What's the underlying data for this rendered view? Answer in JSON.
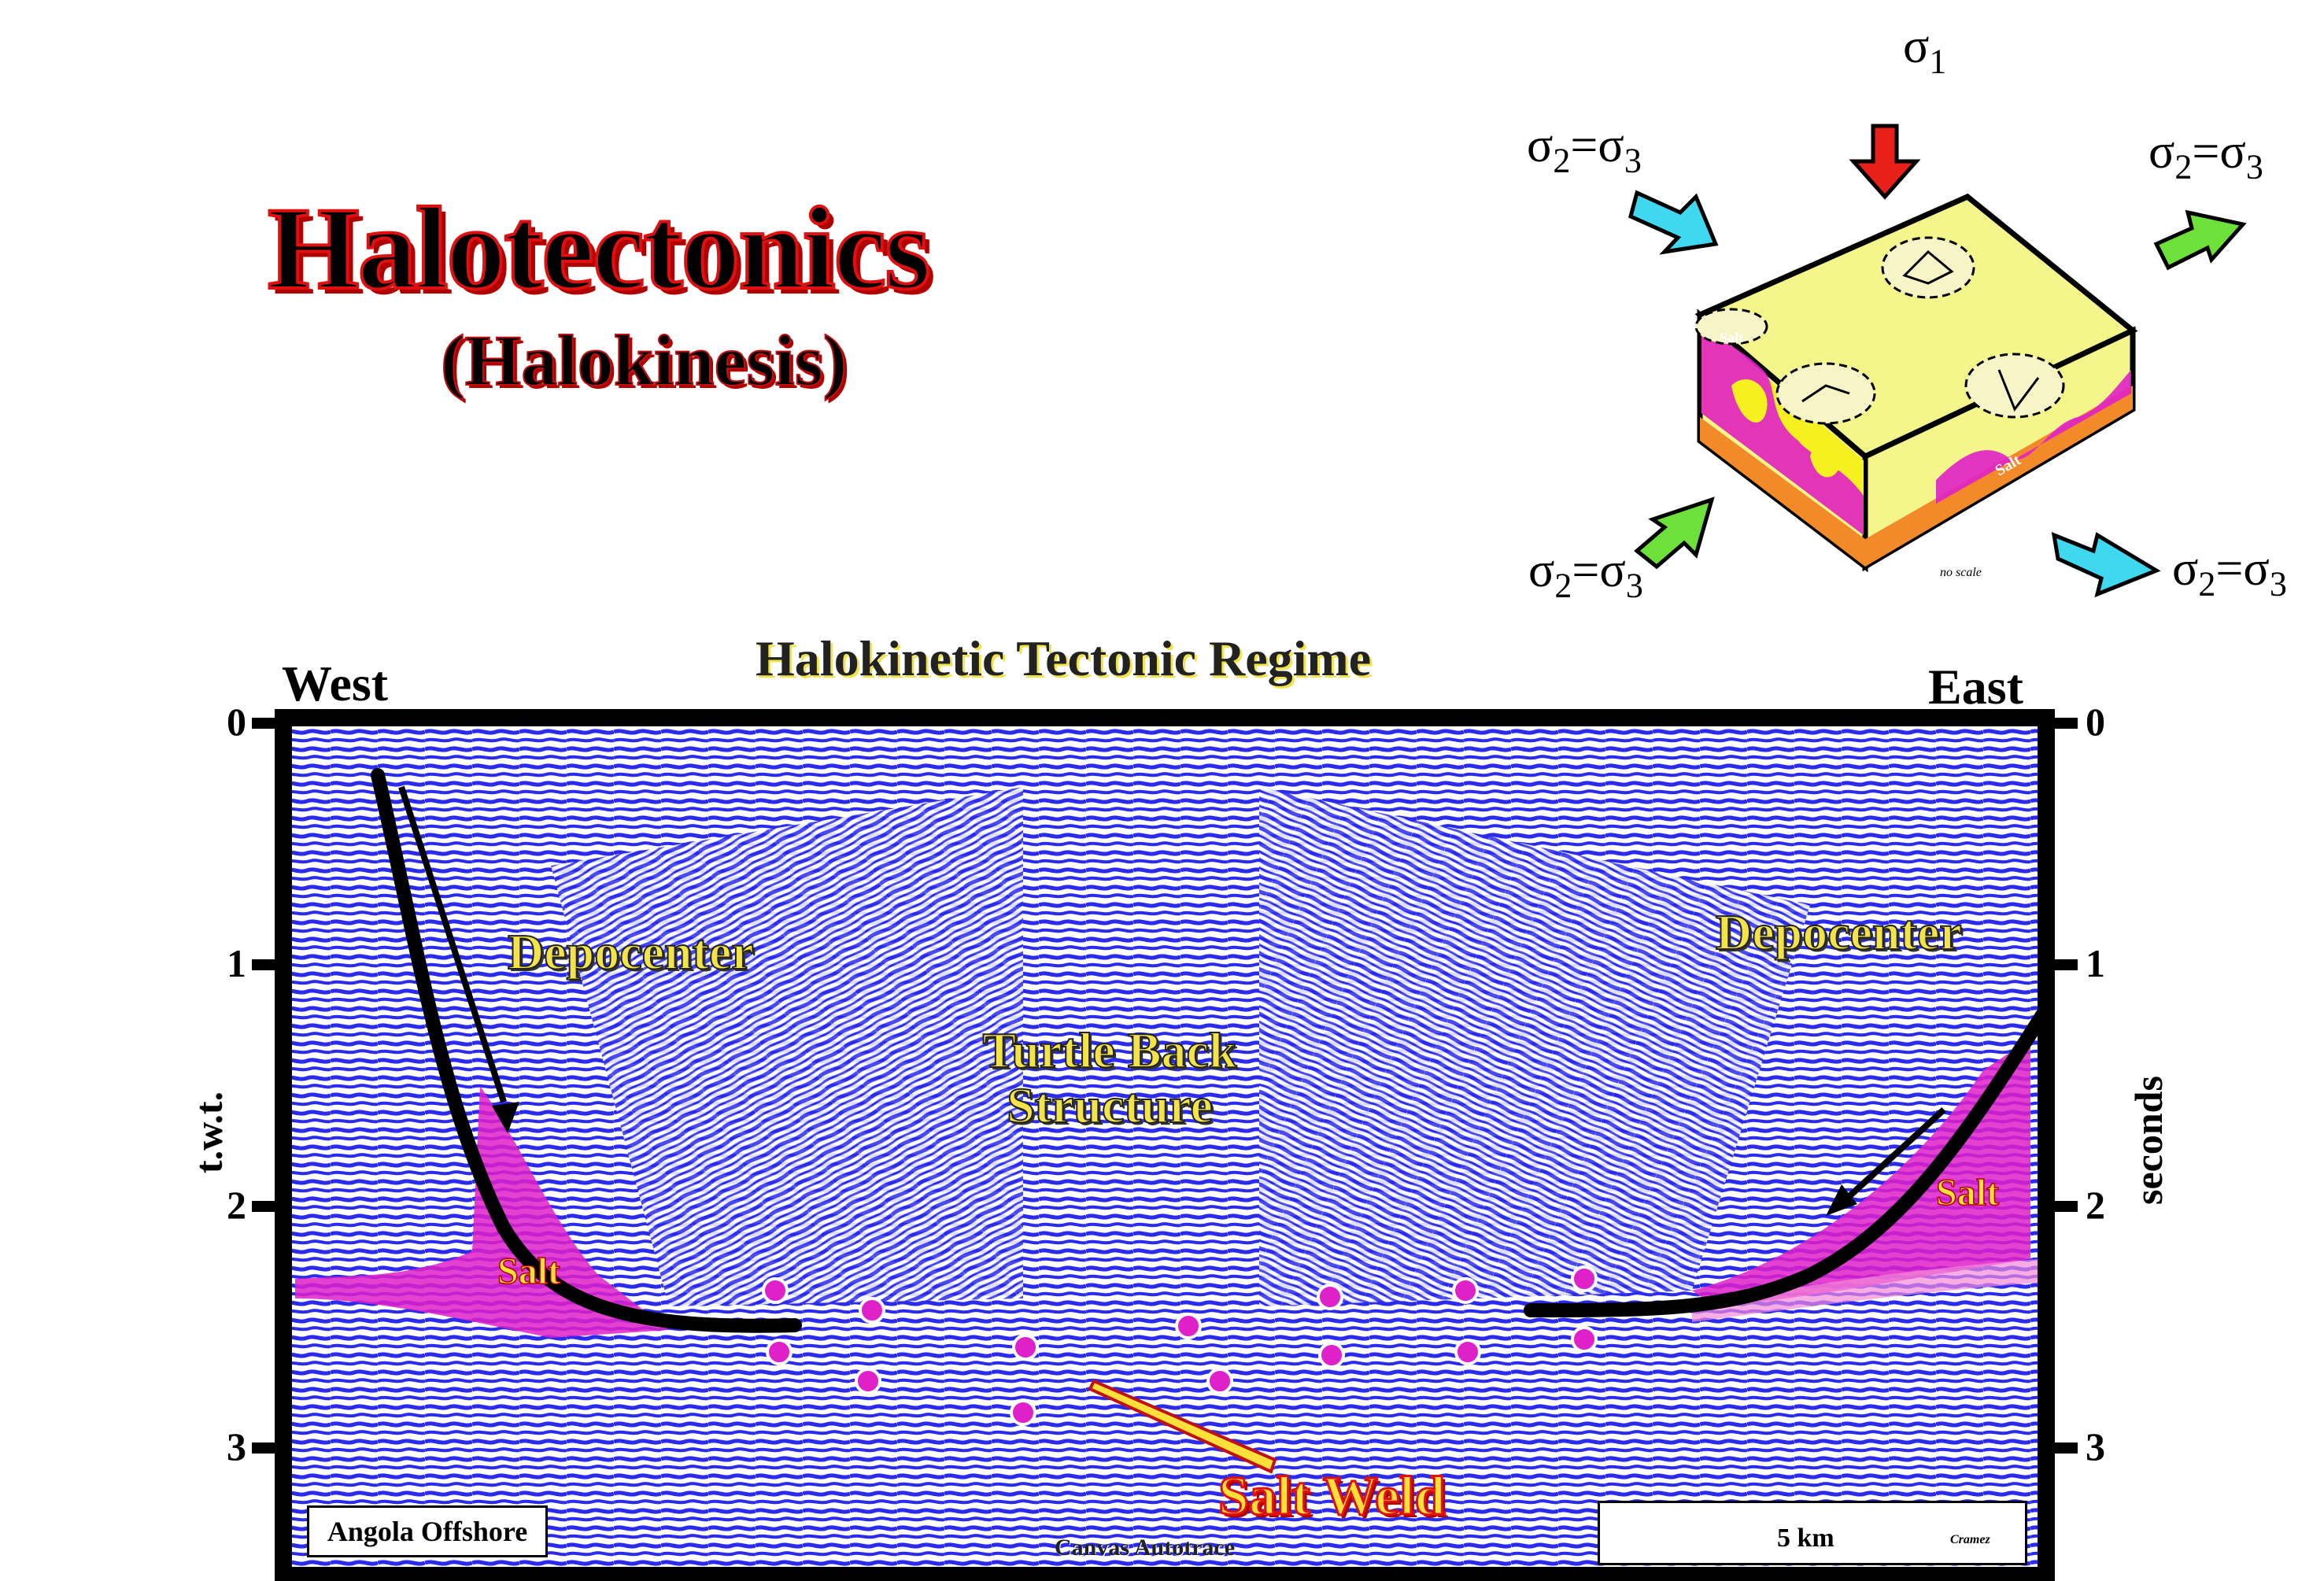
{
  "title": "Halotectonics",
  "subtitle": "(Halokinesis)",
  "stress": {
    "sigma1": "σ",
    "sigma1_sub": "1",
    "sigma23_a": "σ",
    "sigma23_sub2": "2",
    "sigma23_eq": "=σ",
    "sigma23_sub3": "3"
  },
  "block": {
    "salt_label_left": "Salt",
    "salt_label_right": "Salt",
    "no_scale": "no scale"
  },
  "section": {
    "regime_title": "Halokinetic Tectonic Regime",
    "west": "West",
    "east": "East",
    "depocenter_left": "Depocenter",
    "depocenter_right": "Depocenter",
    "turtle_line1": "Turtle Back",
    "turtle_line2": "Structure",
    "salt_left": "Salt",
    "salt_right": "Salt",
    "salt_weld": "Salt Weld",
    "axis_left_label": "t.w.t.",
    "axis_right_label": "seconds",
    "ticks": [
      "0",
      "1",
      "2",
      "3"
    ],
    "location": "Angola Offshore",
    "scale_label": "5 km",
    "author": "Cramez",
    "credit": "Canvas Autotrace"
  },
  "colors": {
    "seismic_blue": "#2a2af0",
    "salt_magenta": "#e020c8",
    "block_yellow": "#f4f58a",
    "arrow_red": "#e8201a",
    "arrow_cyan": "#40d8f0",
    "arrow_green": "#6ee03a"
  }
}
